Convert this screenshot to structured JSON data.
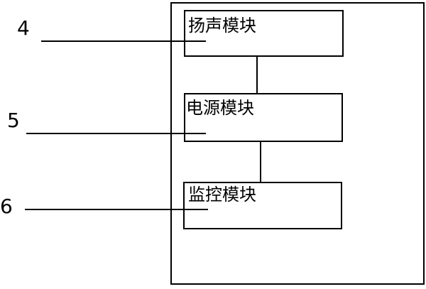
{
  "diagram": {
    "modules": [
      {
        "id": "speaker",
        "label": "扬声模块",
        "callout": "4"
      },
      {
        "id": "power",
        "label": "电源模块",
        "callout": "5"
      },
      {
        "id": "monitor",
        "label": "监控模块",
        "callout": "6"
      }
    ]
  }
}
